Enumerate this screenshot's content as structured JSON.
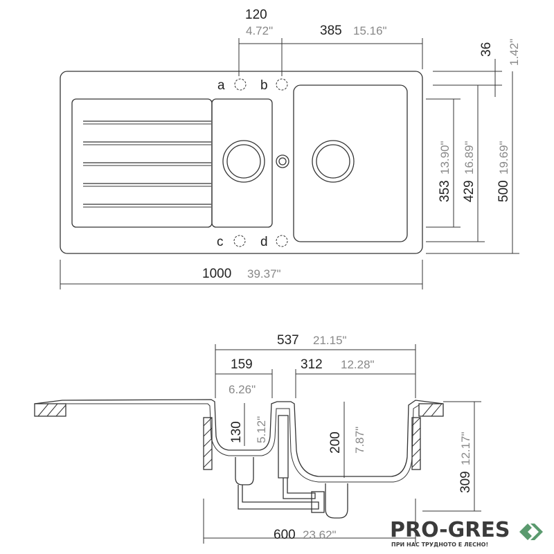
{
  "top_view": {
    "dims": {
      "d120_mm": "120",
      "d120_in": "4.72\"",
      "d385_mm": "385",
      "d385_in": "15.16\"",
      "d36_mm": "36",
      "d36_in": "1.42\"",
      "d353_mm": "353",
      "d353_in": "13.90\"",
      "d429_mm": "429",
      "d429_in": "16.89\"",
      "d500_mm": "500",
      "d500_in": "19.69\"",
      "d1000_mm": "1000",
      "d1000_in": "39.37\""
    },
    "tap_holes": {
      "a": "a",
      "b": "b",
      "c": "c",
      "d": "d"
    }
  },
  "section_view": {
    "dims": {
      "d537_mm": "537",
      "d537_in": "21.15\"",
      "d159_mm": "159",
      "d159_in": "6.26\"",
      "d312_mm": "312",
      "d312_in": "12.28\"",
      "d130_mm": "130",
      "d130_in": "5.12\"",
      "d200_mm": "200",
      "d200_in": "7.87\"",
      "d309_mm": "309",
      "d309_in": "12.17\"",
      "d600_mm": "600",
      "d600_in": "23.62\""
    }
  },
  "logo": {
    "name": "PRO-GRES",
    "slogan": "ПРИ НАС ТРУДНОТО Е ЛЕСНО!",
    "color": "#5a9a6e"
  }
}
